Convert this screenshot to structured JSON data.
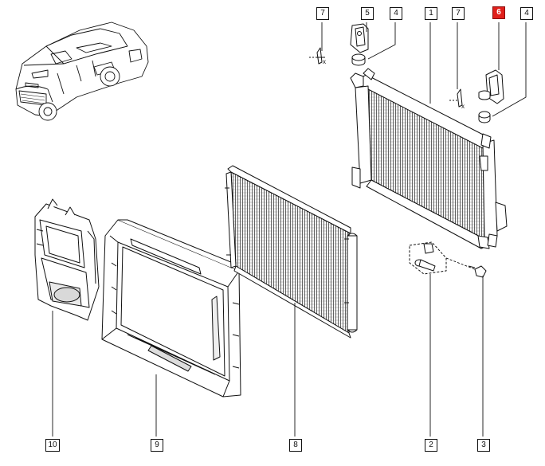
{
  "callouts": {
    "c7a": "7",
    "c5": "5",
    "c4a": "4",
    "c1": "1",
    "c7b": "7",
    "c6": "6",
    "c4b": "4",
    "c10": "10",
    "c9": "9",
    "c8": "8",
    "c2": "2",
    "c3": "3"
  },
  "xlabels": {
    "x1": "x",
    "x2": "x"
  },
  "colors": {
    "highlight": "#e0201b",
    "line": "#111111"
  }
}
